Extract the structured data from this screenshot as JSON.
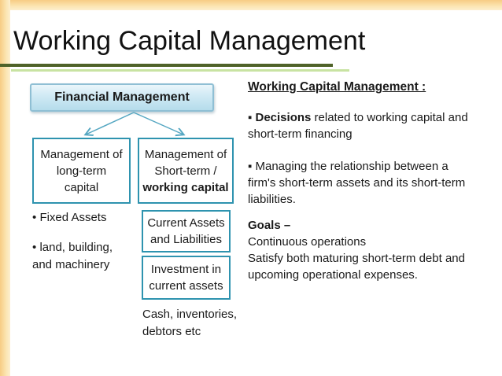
{
  "slide": {
    "title": "Working Capital Management"
  },
  "diagram": {
    "root_box": {
      "label": "Financial Management"
    },
    "long_term_box": {
      "line1": "Management of",
      "line2": "long-term",
      "line3": "capital"
    },
    "short_term_box": {
      "line1": "Management of",
      "line2": "Short-term /",
      "line3_bold": "working capital"
    },
    "left_notes": {
      "marker": "•",
      "item1": "Fixed Assets",
      "item2_line1": "land, building,",
      "item2_line2": "and machinery"
    },
    "current_assets_box": {
      "line1": "Current Assets",
      "line2": "and Liabilities"
    },
    "investment_box": {
      "line1": "Investment in",
      "line2": "current assets"
    },
    "caption_line1": "Cash, inventories,",
    "caption_line2": "debtors etc"
  },
  "right_panel": {
    "heading": "Working Capital Management :",
    "bullet_marker": "▪",
    "bullet1": {
      "bold": "Decisions",
      "line1_rest": "related to working capital and",
      "line2": "short-term financing"
    },
    "bullet2": {
      "line1": "Managing the relationship between a",
      "line2": "firm's short-term assets and its short-term",
      "line3": "liabilities."
    },
    "goals": {
      "label": "Goals –",
      "line1": "Continuous operations",
      "line2": "Satisfy both maturing short-term debt and",
      "line3": "upcoming operational expenses."
    }
  },
  "colors": {
    "frame_gold_outer": "#f7cc84",
    "frame_gold_inner": "#fdefce",
    "rule_dark_green": "#4f6228",
    "rule_light_green": "#c8e3a2",
    "box_border_teal": "#2e93af",
    "root_box_fill_top": "#eaf6fb",
    "root_box_fill_bottom": "#b5dceb",
    "root_box_border": "#8fbfd4",
    "arrow_blue": "#55a7c2",
    "text": "#1a1a1a"
  }
}
